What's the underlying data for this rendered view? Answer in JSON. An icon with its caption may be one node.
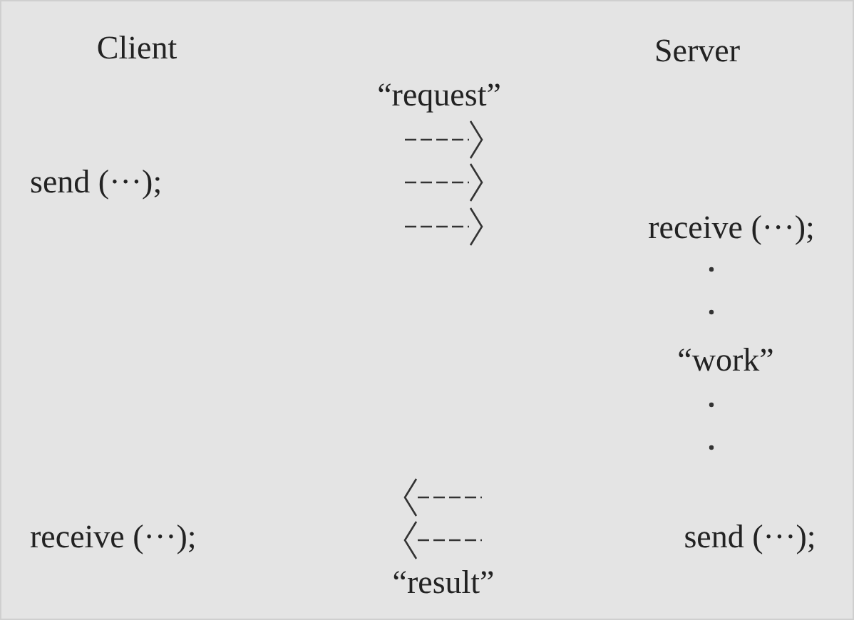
{
  "diagram": {
    "labels": [
      "Client",
      "Server",
      "“request”",
      "send (···);",
      "receive (···);",
      "“work”",
      "receive (···);",
      "send (···);",
      "“result”"
    ]
  }
}
